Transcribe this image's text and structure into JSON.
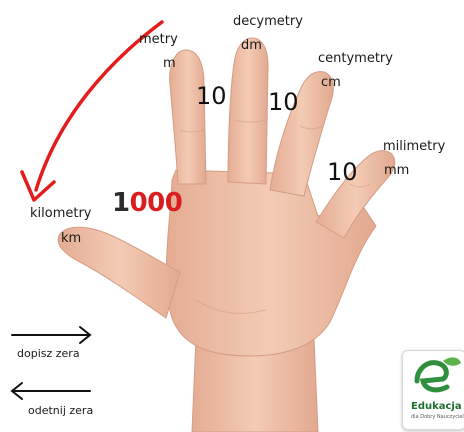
{
  "fingers": {
    "thumb": {
      "name": "kilometry",
      "unit": "km"
    },
    "index": {
      "name": "metry",
      "unit": "m"
    },
    "middle": {
      "name": "decymetry",
      "unit": "dm"
    },
    "ring": {
      "name": "centymetry",
      "unit": "cm"
    },
    "pinky": {
      "name": "milimetry",
      "unit": "mm"
    }
  },
  "factors": {
    "index_middle": "10",
    "middle_ring": "10",
    "ring_pinky": "10",
    "thumb_index_one": "1",
    "thumb_index_zeros": "000"
  },
  "legend": {
    "add_zeros": "dopisz zera",
    "remove_zeros": "odetnij zera"
  },
  "logo": {
    "name": "Edukacja",
    "subtitle": "dla Dobry Nauczyciel",
    "icon": "e-leaf-logo"
  },
  "colors": {
    "arrow": "#e41c1c",
    "zeros": "#d81e1e",
    "skin": "#efc2ab",
    "skin_shadow": "#d9a48e",
    "logo_green": "#2f8f3e"
  }
}
